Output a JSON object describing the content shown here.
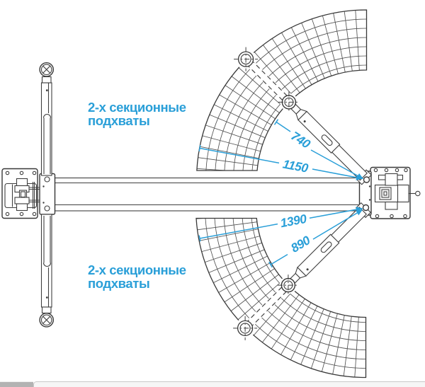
{
  "diagram": {
    "note_top": {
      "line1": "2-х секционные",
      "line2": "подхваты"
    },
    "note_bottom": {
      "line1": "2-х секционные",
      "line2": "подхваты"
    },
    "dims": {
      "front_arm_retracted": "740",
      "front_arm_extended": "1150",
      "rear_arm_extended": "1390",
      "rear_arm_retracted": "890"
    },
    "colors": {
      "accent": "#2a9fd8",
      "line": "#3f3f3f"
    }
  }
}
